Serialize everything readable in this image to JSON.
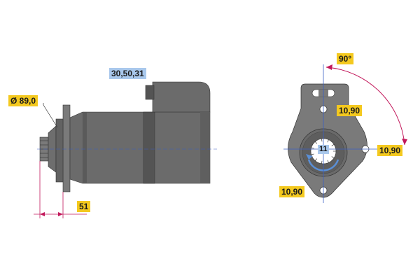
{
  "labels": {
    "terminals": "30,50,31",
    "diameter": "Ø 89,0",
    "offset": "51",
    "angle": "90°",
    "hole_top": "10,90",
    "hole_right": "10,90",
    "hole_bottom": "10,90",
    "teeth": "11"
  },
  "colors": {
    "body": "#6b6b6b",
    "body_dark": "#545454",
    "body_light": "#8a8a8a",
    "dimension_line": "#c2185b",
    "axis_blue": "#3a5fc4",
    "rotation_arrow": "#5a8fd6",
    "label_yellow": "#f4c91f",
    "label_blue": "#a9c8ec"
  }
}
